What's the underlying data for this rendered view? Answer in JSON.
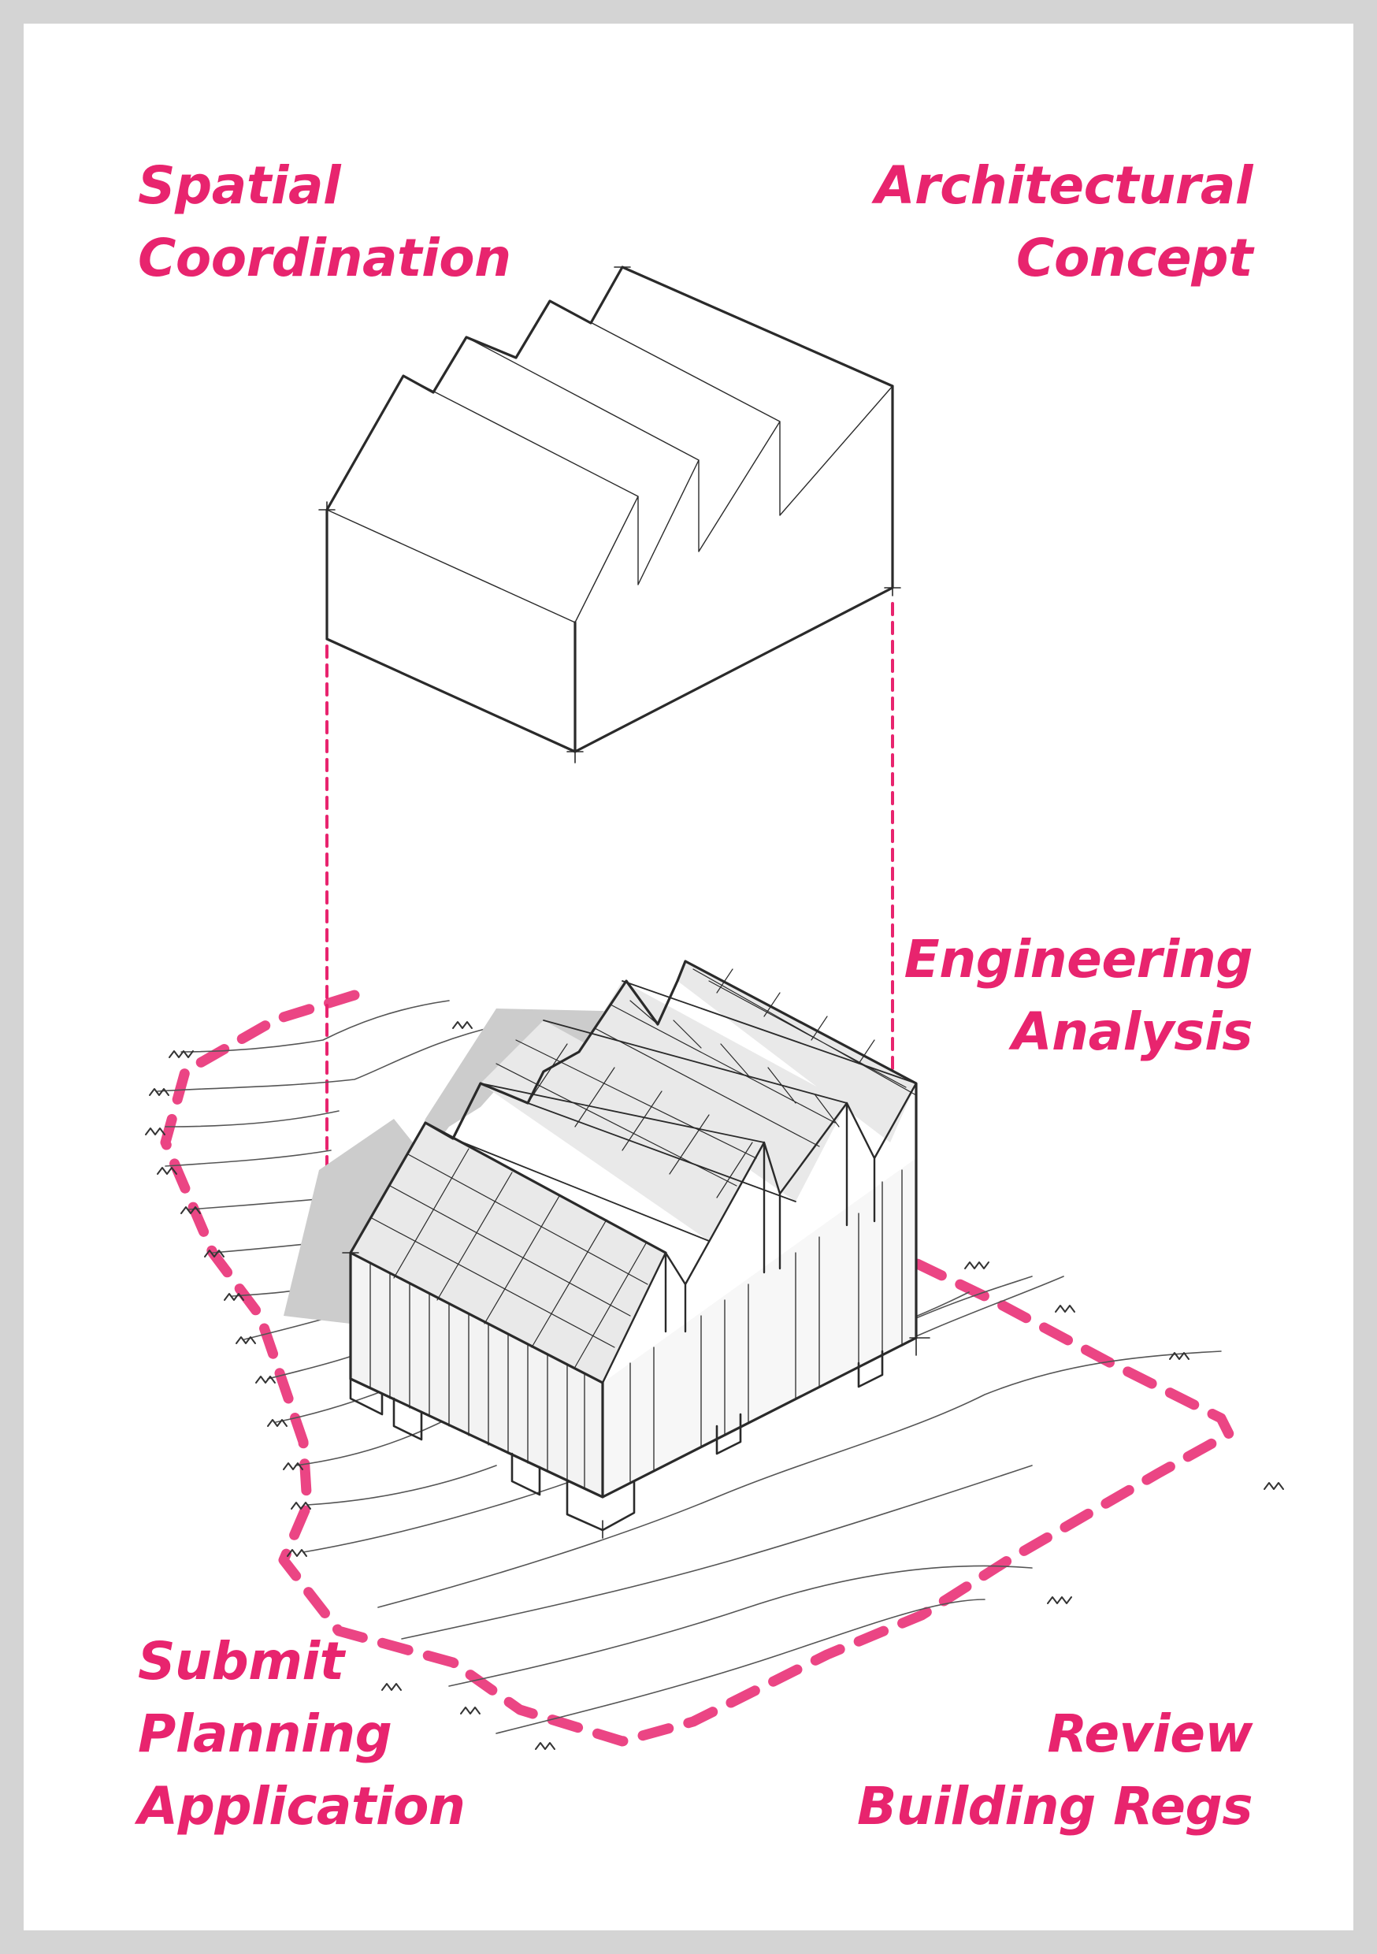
{
  "colors": {
    "accent": "#e8246e",
    "ink": "#2a2a2a",
    "shadow": "#c9c9c9"
  },
  "labels": {
    "spatial": [
      "Spatial",
      "Coordination"
    ],
    "concept": [
      "Architectural",
      "Concept"
    ],
    "engineering": [
      "Engineering",
      "Analysis"
    ],
    "planning": [
      "Submit",
      "Planning",
      "Application"
    ],
    "regs": [
      "Review",
      "Building Regs"
    ]
  }
}
